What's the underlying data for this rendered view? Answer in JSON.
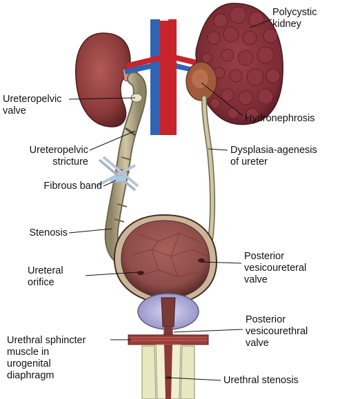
{
  "labels": {
    "polycystic_kidney": "Polycystic\nkidney",
    "ureteropelvic_valve": "Ureteropelvic\nvalve",
    "hydronephrosis": "Hydronephrosis",
    "ureteropelvic_stricture": "Ureteropelvic\nstricture",
    "dysplasia_agenesis": "Dysplasia-agenesis\nof ureter",
    "fibrous_band": "Fibrous band",
    "stenosis": "Stenosis",
    "ureteral_orifice": "Ureteral\norifice",
    "posterior_vesicoureteral_valve": "Posterior\nvesicoureteral\nvalve",
    "posterior_vesicourethral_valve": "Posterior\nvesicourethral\nvalve",
    "urethral_sphincter": "Urethral sphincter\nmuscle in\nurogenital\ndiaphragm",
    "urethral_stenosis": "Urethral stenosis"
  },
  "colors": {
    "kidney": "#8a3a3a",
    "polycystic": "#7a2b33",
    "artery": "#c8242b",
    "vein": "#2f64b4",
    "ureter": "#b8ad8c",
    "bladder": "#8d4c48",
    "prostate": "#b9b6df"
  }
}
